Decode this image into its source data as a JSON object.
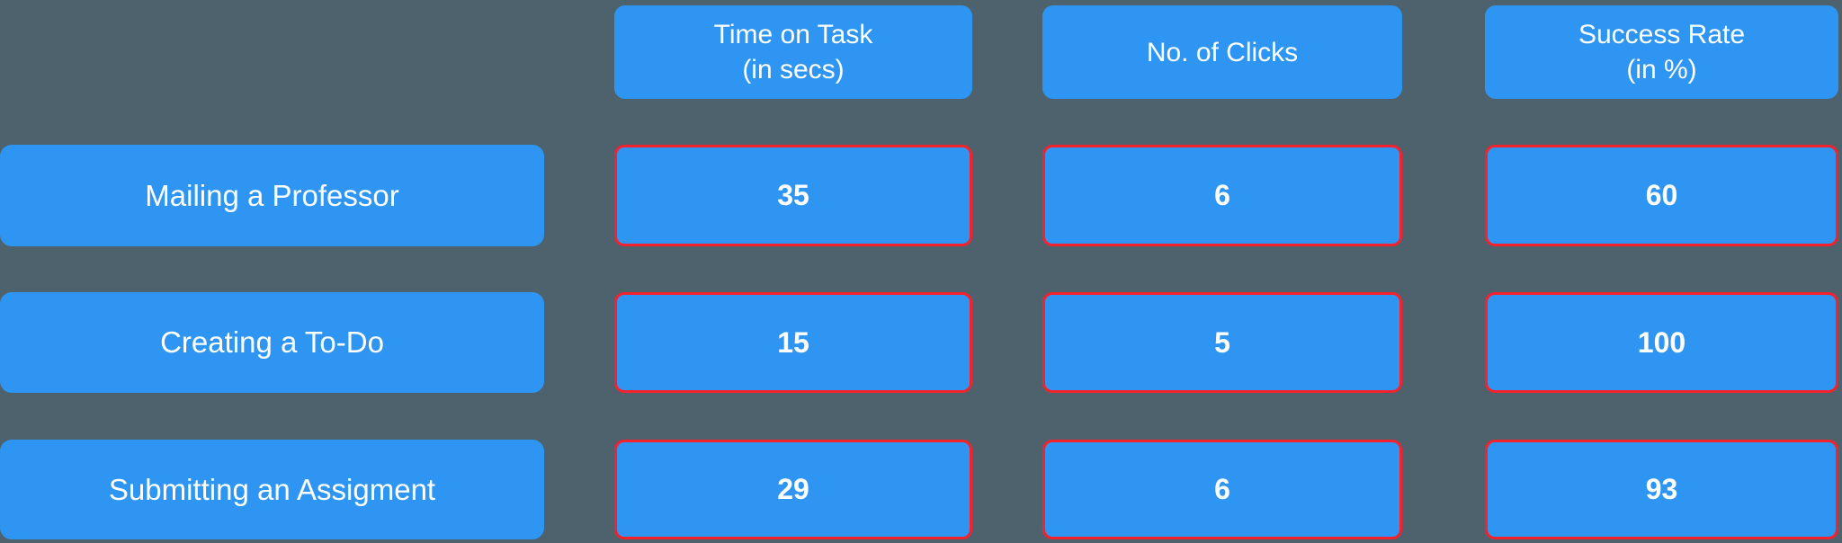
{
  "colors": {
    "bg": "#4d626d",
    "blue": "#2e96f2",
    "red": "#f5222d",
    "text": "#ffffff"
  },
  "table": {
    "columns": [
      {
        "line1": "Time on Task",
        "line2": "(in secs)"
      },
      {
        "line1": "No. of Clicks",
        "line2": ""
      },
      {
        "line1": "Success Rate",
        "line2": "(in %)"
      }
    ],
    "rows": [
      {
        "label": "Mailing a Professor",
        "values": [
          "35",
          "6",
          "60"
        ]
      },
      {
        "label": "Creating a To-Do",
        "values": [
          "15",
          "5",
          "100"
        ]
      },
      {
        "label": "Submitting an Assigment",
        "values": [
          "29",
          "6",
          "93"
        ]
      }
    ]
  },
  "chart_data": {
    "type": "table",
    "title": "",
    "columns": [
      "Time on Task (in secs)",
      "No. of Clicks",
      "Success Rate (in %)"
    ],
    "row_labels": [
      "Mailing a Professor",
      "Creating a To-Do",
      "Submitting an Assigment"
    ],
    "values": [
      [
        35,
        6,
        60
      ],
      [
        15,
        5,
        100
      ],
      [
        29,
        6,
        93
      ]
    ],
    "layout_hints": {
      "header_fill": "#2e96f2",
      "cell_fill": "#2e96f2",
      "cell_border": "#f5222d",
      "background": "#4d626d",
      "text_color": "#ffffff"
    }
  }
}
